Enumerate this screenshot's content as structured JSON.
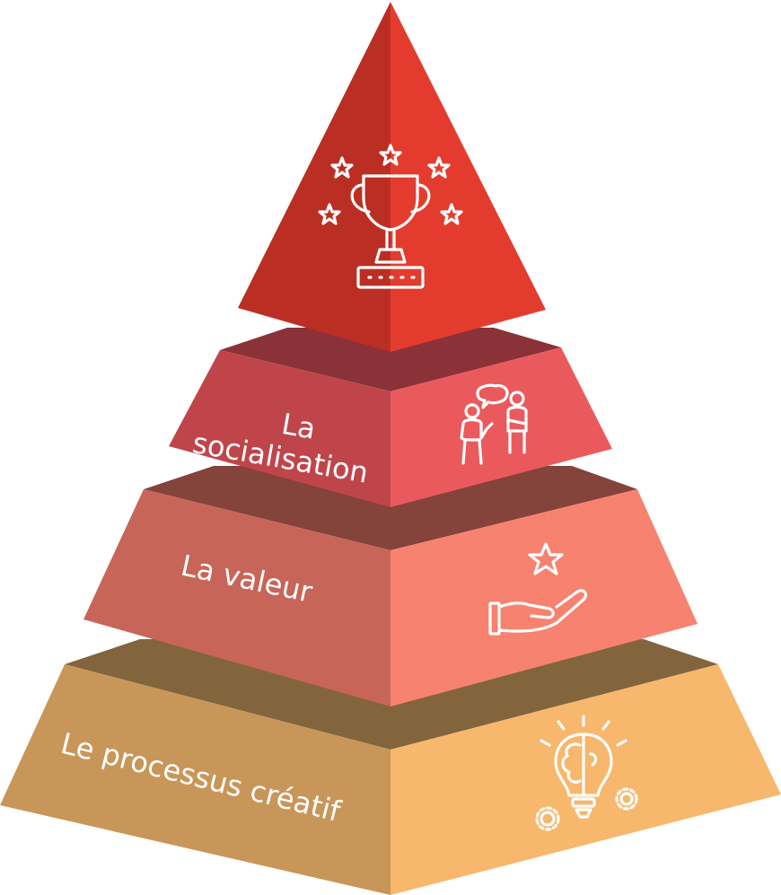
{
  "diagram": {
    "type": "pyramid",
    "tiers": [
      {
        "id": "top",
        "label_lines": [],
        "icon": "trophy-with-stars-icon",
        "colors": {
          "left": "#BB2E23",
          "right": "#E33C2E"
        }
      },
      {
        "id": "socialisation",
        "label_lines": [
          "La",
          "socialisation"
        ],
        "icon": "two-people-conversation-icon",
        "colors": {
          "top": "#8A3238",
          "left": "#C0454B",
          "right": "#EA5A5D"
        }
      },
      {
        "id": "valeur",
        "label_lines": [
          "La valeur"
        ],
        "icon": "hand-with-star-icon",
        "colors": {
          "top": "#84433B",
          "left": "#C76658",
          "right": "#F7826F"
        }
      },
      {
        "id": "processus",
        "label_lines": [
          "Le processus créatif"
        ],
        "icon": "brain-lightbulb-gears-icon",
        "colors": {
          "top": "#82653C",
          "left": "#C99659",
          "right": "#F7B76C"
        }
      }
    ]
  }
}
